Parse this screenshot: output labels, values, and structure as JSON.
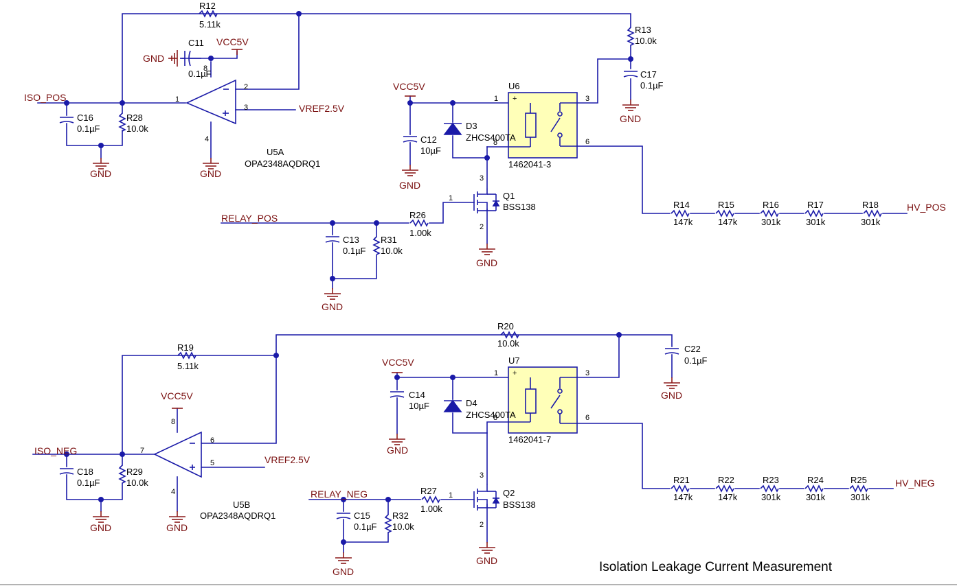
{
  "title": "Isolation Leakage Current Measurement",
  "nets": {
    "iso_pos": "ISO_POS",
    "iso_neg": "ISO_NEG",
    "relay_pos": "RELAY_POS",
    "relay_neg": "RELAY_NEG",
    "hv_pos": "HV_POS",
    "hv_neg": "HV_NEG",
    "vref": "VREF2.5V",
    "vcc": "VCC5V",
    "gnd": "GND"
  },
  "components": {
    "R12": {
      "ref": "R12",
      "value": "5.11k"
    },
    "R13": {
      "ref": "R13",
      "value": "10.0k"
    },
    "C11": {
      "ref": "C11",
      "value": "0.1µF"
    },
    "C16": {
      "ref": "C16",
      "value": "0.1µF"
    },
    "R28": {
      "ref": "R28",
      "value": "10.0k"
    },
    "C17": {
      "ref": "C17",
      "value": "0.1µF"
    },
    "C12": {
      "ref": "C12",
      "value": "10µF"
    },
    "D3": {
      "ref": "D3",
      "value": "ZHCS400TA"
    },
    "U6": {
      "ref": "U6",
      "value": "1462041-3"
    },
    "Q1": {
      "ref": "Q1",
      "value": "BSS138"
    },
    "R26": {
      "ref": "R26",
      "value": "1.00k"
    },
    "C13": {
      "ref": "C13",
      "value": "0.1µF"
    },
    "R31": {
      "ref": "R31",
      "value": "10.0k"
    },
    "U5A": {
      "ref": "U5A",
      "value": "OPA2348AQDRQ1"
    },
    "R14": {
      "ref": "R14",
      "value": "147k"
    },
    "R15": {
      "ref": "R15",
      "value": "147k"
    },
    "R16": {
      "ref": "R16",
      "value": "301k"
    },
    "R17": {
      "ref": "R17",
      "value": "301k"
    },
    "R18": {
      "ref": "R18",
      "value": "301k"
    },
    "R19": {
      "ref": "R19",
      "value": "5.11k"
    },
    "R20": {
      "ref": "R20",
      "value": "10.0k"
    },
    "C22": {
      "ref": "C22",
      "value": "0.1µF"
    },
    "C14": {
      "ref": "C14",
      "value": "10µF"
    },
    "D4": {
      "ref": "D4",
      "value": "ZHCS400TA"
    },
    "U7": {
      "ref": "U7",
      "value": "1462041-7"
    },
    "C18": {
      "ref": "C18",
      "value": "0.1µF"
    },
    "R29": {
      "ref": "R29",
      "value": "10.0k"
    },
    "U5B": {
      "ref": "U5B",
      "value": "OPA2348AQDRQ1"
    },
    "Q2": {
      "ref": "Q2",
      "value": "BSS138"
    },
    "R27": {
      "ref": "R27",
      "value": "1.00k"
    },
    "C15": {
      "ref": "C15",
      "value": "0.1µF"
    },
    "R32": {
      "ref": "R32",
      "value": "10.0k"
    },
    "R21": {
      "ref": "R21",
      "value": "147k"
    },
    "R22": {
      "ref": "R22",
      "value": "147k"
    },
    "R23": {
      "ref": "R23",
      "value": "301k"
    },
    "R24": {
      "ref": "R24",
      "value": "301k"
    },
    "R25": {
      "ref": "R25",
      "value": "301k"
    }
  },
  "pins": {
    "one": "1",
    "two": "2",
    "three": "3",
    "four": "4",
    "five": "5",
    "six": "6",
    "seven": "7",
    "eight": "8",
    "plus": "+",
    "minus": "−"
  }
}
